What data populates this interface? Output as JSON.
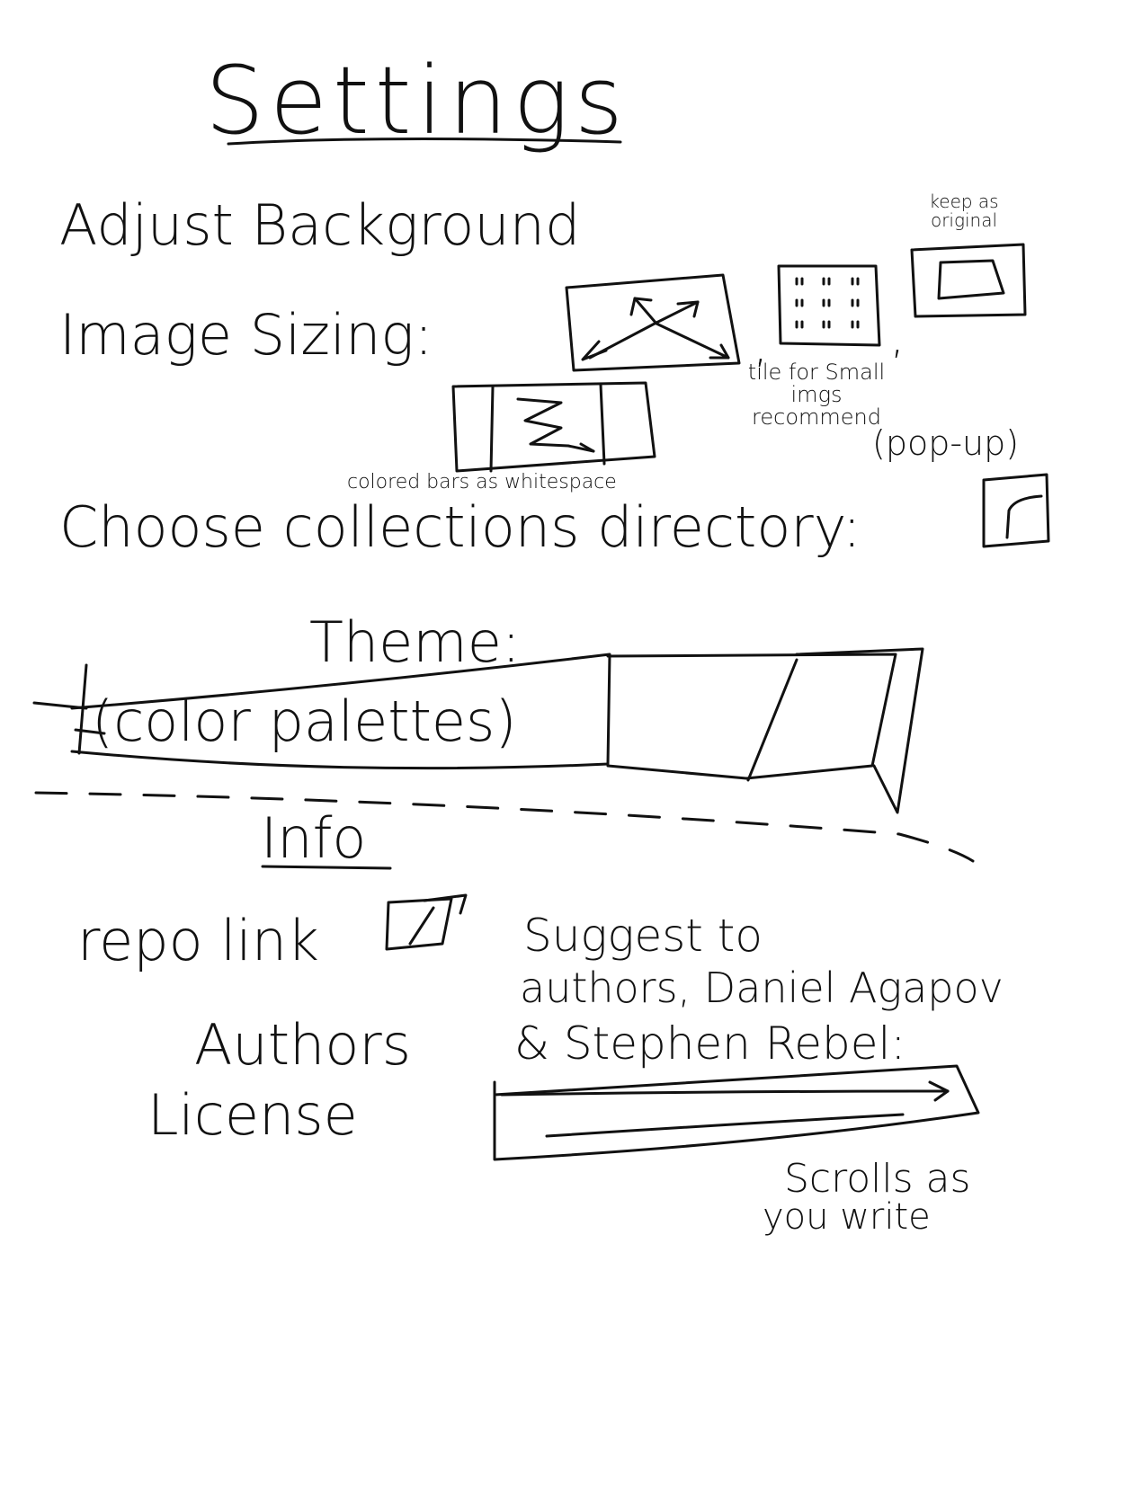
{
  "page": {
    "title": "Settings"
  },
  "background": {
    "heading": "Adjust Background",
    "image_sizing_label": "Image Sizing:",
    "options": {
      "stretch": "",
      "tile_note": "tile for Small imgs recommend",
      "tile_popup": "(pop-up)",
      "original_note": "keep as original",
      "bars_note": "colored bars as whitespace"
    }
  },
  "collections": {
    "label": "Choose collections directory:"
  },
  "theme": {
    "label": "Theme:",
    "palette_label": "(color palettes)"
  },
  "info": {
    "heading": "Info",
    "repo_link": "repo link",
    "authors": "Authors",
    "license": "License",
    "suggest_label_line1": "Suggest to",
    "suggest_label_line2": "authors, Daniel Agapov",
    "suggest_label_line3": "& Stephen Rebel:",
    "scroll_note_line1": "Scrolls as",
    "scroll_note_line2": "you write"
  }
}
